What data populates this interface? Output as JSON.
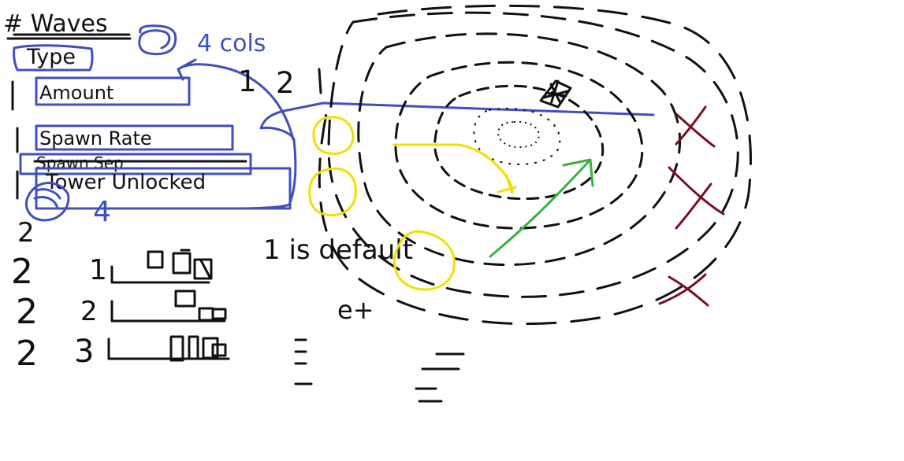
{
  "sketch": {
    "title": "# Waves",
    "cols_note": "4 cols",
    "fields": [
      {
        "label": "Type"
      },
      {
        "label": "Amount"
      },
      {
        "label": "Spawn Rate"
      },
      {
        "label": "Spawn Sep"
      },
      {
        "label": "Tower Unlocked"
      }
    ],
    "number_1": "1",
    "number_2": "2",
    "number_4": "4",
    "left_column_numbers": [
      "2",
      "2",
      "2",
      "2"
    ],
    "row_numbers": [
      "1",
      "2",
      "3"
    ],
    "default_note": "1 is default",
    "plus_note": "e+",
    "colors": {
      "black": "#111111",
      "blue": "#3f4fc0",
      "yellow": "#f0e000",
      "green": "#35b33d",
      "maroon": "#7a0e22"
    }
  }
}
